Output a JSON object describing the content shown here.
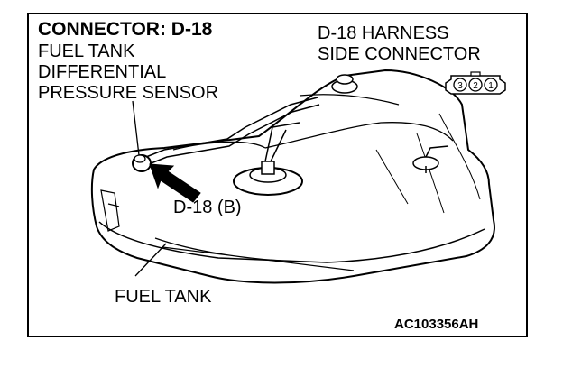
{
  "title": "CONNECTOR: D-18",
  "sensor_label": [
    "FUEL TANK",
    "DIFFERENTIAL",
    "PRESSURE SENSOR"
  ],
  "harness_label": [
    "D-18 HARNESS",
    "SIDE CONNECTOR"
  ],
  "connector_pins": [
    "3",
    "2",
    "1"
  ],
  "connector_callout": "D-18 (B)",
  "tank_label": "FUEL TANK",
  "figure_code": "AC103356AH"
}
